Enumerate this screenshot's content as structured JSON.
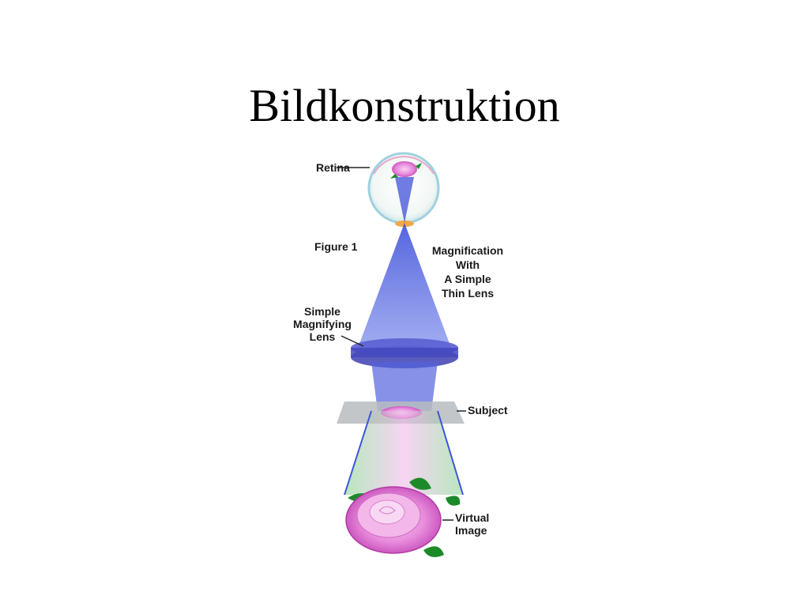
{
  "slide": {
    "title": "Bildkonstruktion"
  },
  "figure": {
    "labels": {
      "retina": "Retina",
      "figure": "Figure 1",
      "magnification_1": "Magnification",
      "magnification_2": "With",
      "magnification_3": "A Simple",
      "magnification_4": "Thin Lens",
      "lens_1": "Simple",
      "lens_2": "Magnifying",
      "lens_3": "Lens",
      "subject": "Subject",
      "virtual_1": "Virtual",
      "virtual_2": "Image"
    },
    "colors": {
      "ray_cone": "#2b3fd6",
      "lens": "#3d3fb3",
      "subject_plane": "#b9bcc0",
      "rose_petal": "#e77fd8",
      "leaf": "#1d8a2a",
      "eye_outline": "#9fd0e0"
    }
  }
}
